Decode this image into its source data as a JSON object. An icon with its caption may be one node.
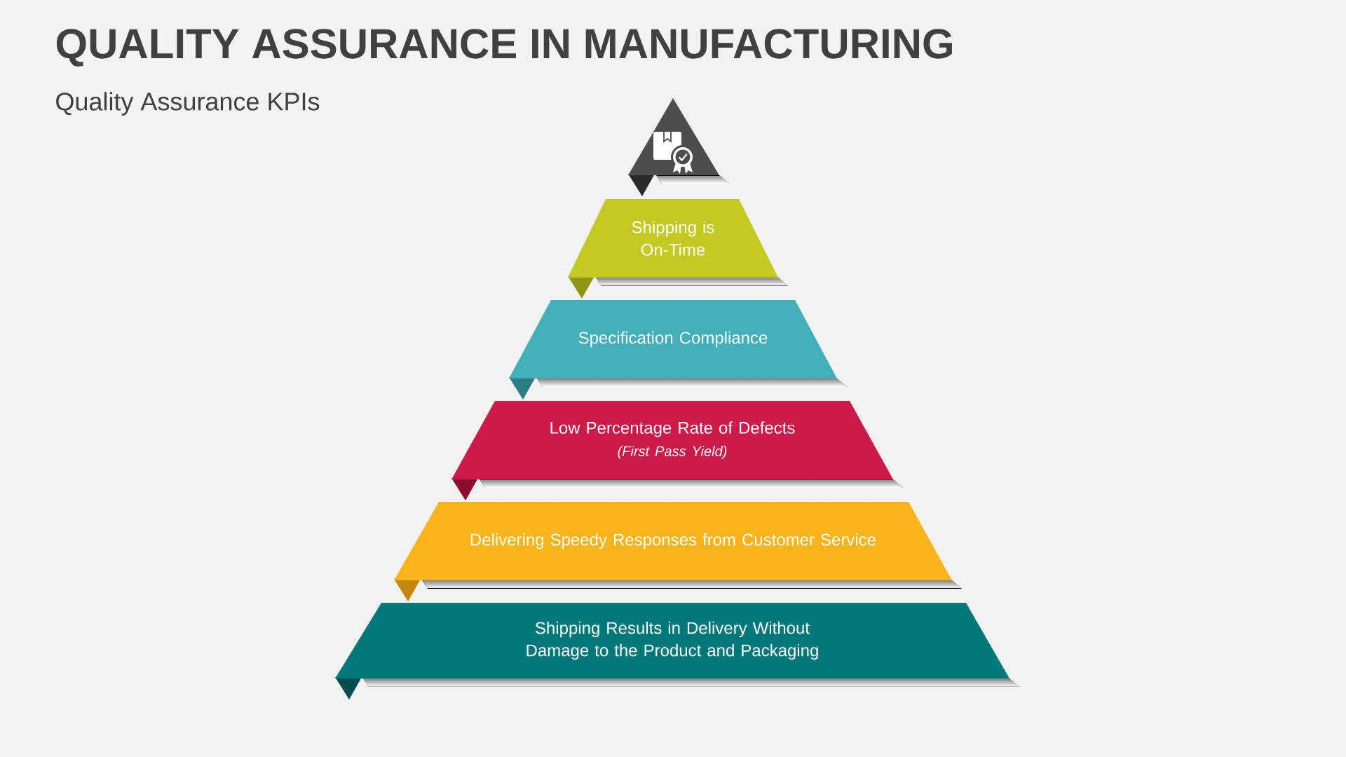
{
  "diagram": {
    "title": "QUALITY ASSURANCE IN MANUFACTURING",
    "nodes": [
      {
        "text": [],
        "shape": "triangle"
      },
      {
        "text": [
          "Shipping is On-Time"
        ]
      },
      {
        "text": [
          "Specification Compliance"
        ]
      },
      {
        "text": [
          "Low Percentage Rate of Defects",
          "(First Pass Yield)"
        ]
      },
      {
        "text": [
          "Delivering Speedy Responses from Customer Service"
        ]
      },
      {
        "text": [
          "Shipping Results in Delivery Without Damage to the Product and Packaging"
        ]
      }
    ],
    "labels": [
      "Quality Assurance KPIs"
    ]
  }
}
